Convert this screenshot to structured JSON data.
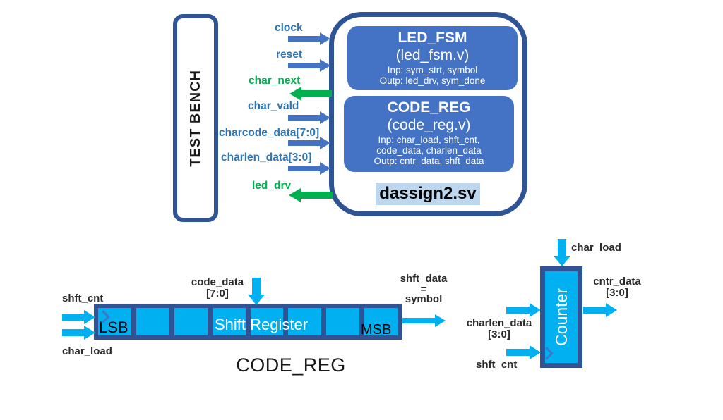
{
  "colors": {
    "navy_border": "#2F5496",
    "box_blue": "#4472C4",
    "signal_label_blue": "#2E75B6",
    "green": "#00B050",
    "cyan": "#00B0F0",
    "file_highlight": "#BDD7EE"
  },
  "test_bench": {
    "label": "TEST BENCH"
  },
  "module": {
    "file_label": "dassign2.sv",
    "led_fsm": {
      "title": "LED_FSM",
      "subtitle": "(led_fsm.v)",
      "inputs": "Inp: sym_strt, symbol",
      "outputs": "Outp: led_drv, sym_done"
    },
    "code_reg": {
      "title": "CODE_REG",
      "subtitle": "(code_reg.v)",
      "inputs_line1": "Inp: char_load, shft_cnt,",
      "inputs_line2": "code_data, charlen_data",
      "outputs": "Outp: cntr_data, shft_data"
    }
  },
  "signals": [
    {
      "label": "clock",
      "direction": "to-module"
    },
    {
      "label": "reset",
      "direction": "to-module"
    },
    {
      "label": "char_next",
      "direction": "to-testbench"
    },
    {
      "label": "char_vald",
      "direction": "to-module"
    },
    {
      "label": "charcode_data[7:0]",
      "direction": "to-module"
    },
    {
      "label": "charlen_data[3:0]",
      "direction": "to-module"
    },
    {
      "label": "led_drv",
      "direction": "to-testbench"
    }
  ],
  "shift_register": {
    "caption": "CODE_REG",
    "center_label": "Shift Register",
    "lsb_label": "LSB",
    "msb_label": "MSB",
    "cell_count": 8,
    "input_top_line1": "code_data",
    "input_top_line2": "[7:0]",
    "input_left_top": "shft_cnt",
    "input_left_bottom": "char_load",
    "output_line1": "shft_data",
    "output_line2": "=",
    "output_line3": "symbol"
  },
  "counter": {
    "label": "Counter",
    "input_top": "char_load",
    "input_left_top_line1": "charlen_data",
    "input_left_top_line2": "[3:0]",
    "input_left_bottom": "shft_cnt",
    "output_line1": "cntr_data",
    "output_line2": "[3:0]"
  }
}
